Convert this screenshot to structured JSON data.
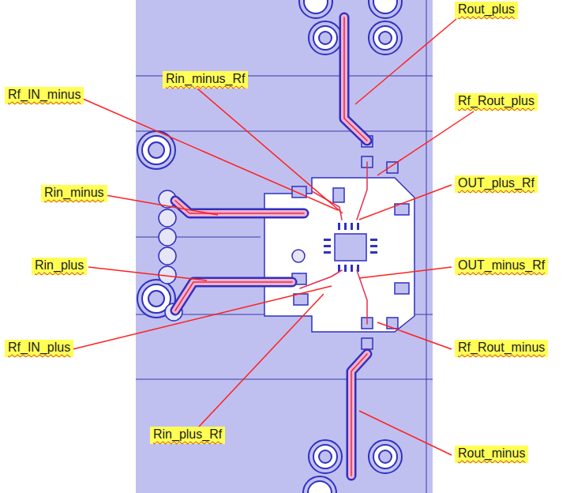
{
  "diagram": {
    "nodes": [
      {
        "text": [
          "Rout_plus"
        ]
      },
      {
        "text": [
          "Rin_minus_Rf"
        ]
      },
      {
        "text": [
          "Rf_IN_minus"
        ]
      },
      {
        "text": [
          "Rf_Rout_plus"
        ]
      },
      {
        "text": [
          "OUT_plus_Rf"
        ]
      },
      {
        "text": [
          "Rin_minus"
        ]
      },
      {
        "text": [
          "Rin_plus"
        ]
      },
      {
        "text": [
          "OUT_minus_Rf"
        ]
      },
      {
        "text": [
          "Rf_IN_plus"
        ]
      },
      {
        "text": [
          "Rf_Rout_minus"
        ]
      },
      {
        "text": [
          "Rin_plus_Rf"
        ]
      },
      {
        "text": [
          "Rout_minus"
        ]
      }
    ]
  }
}
